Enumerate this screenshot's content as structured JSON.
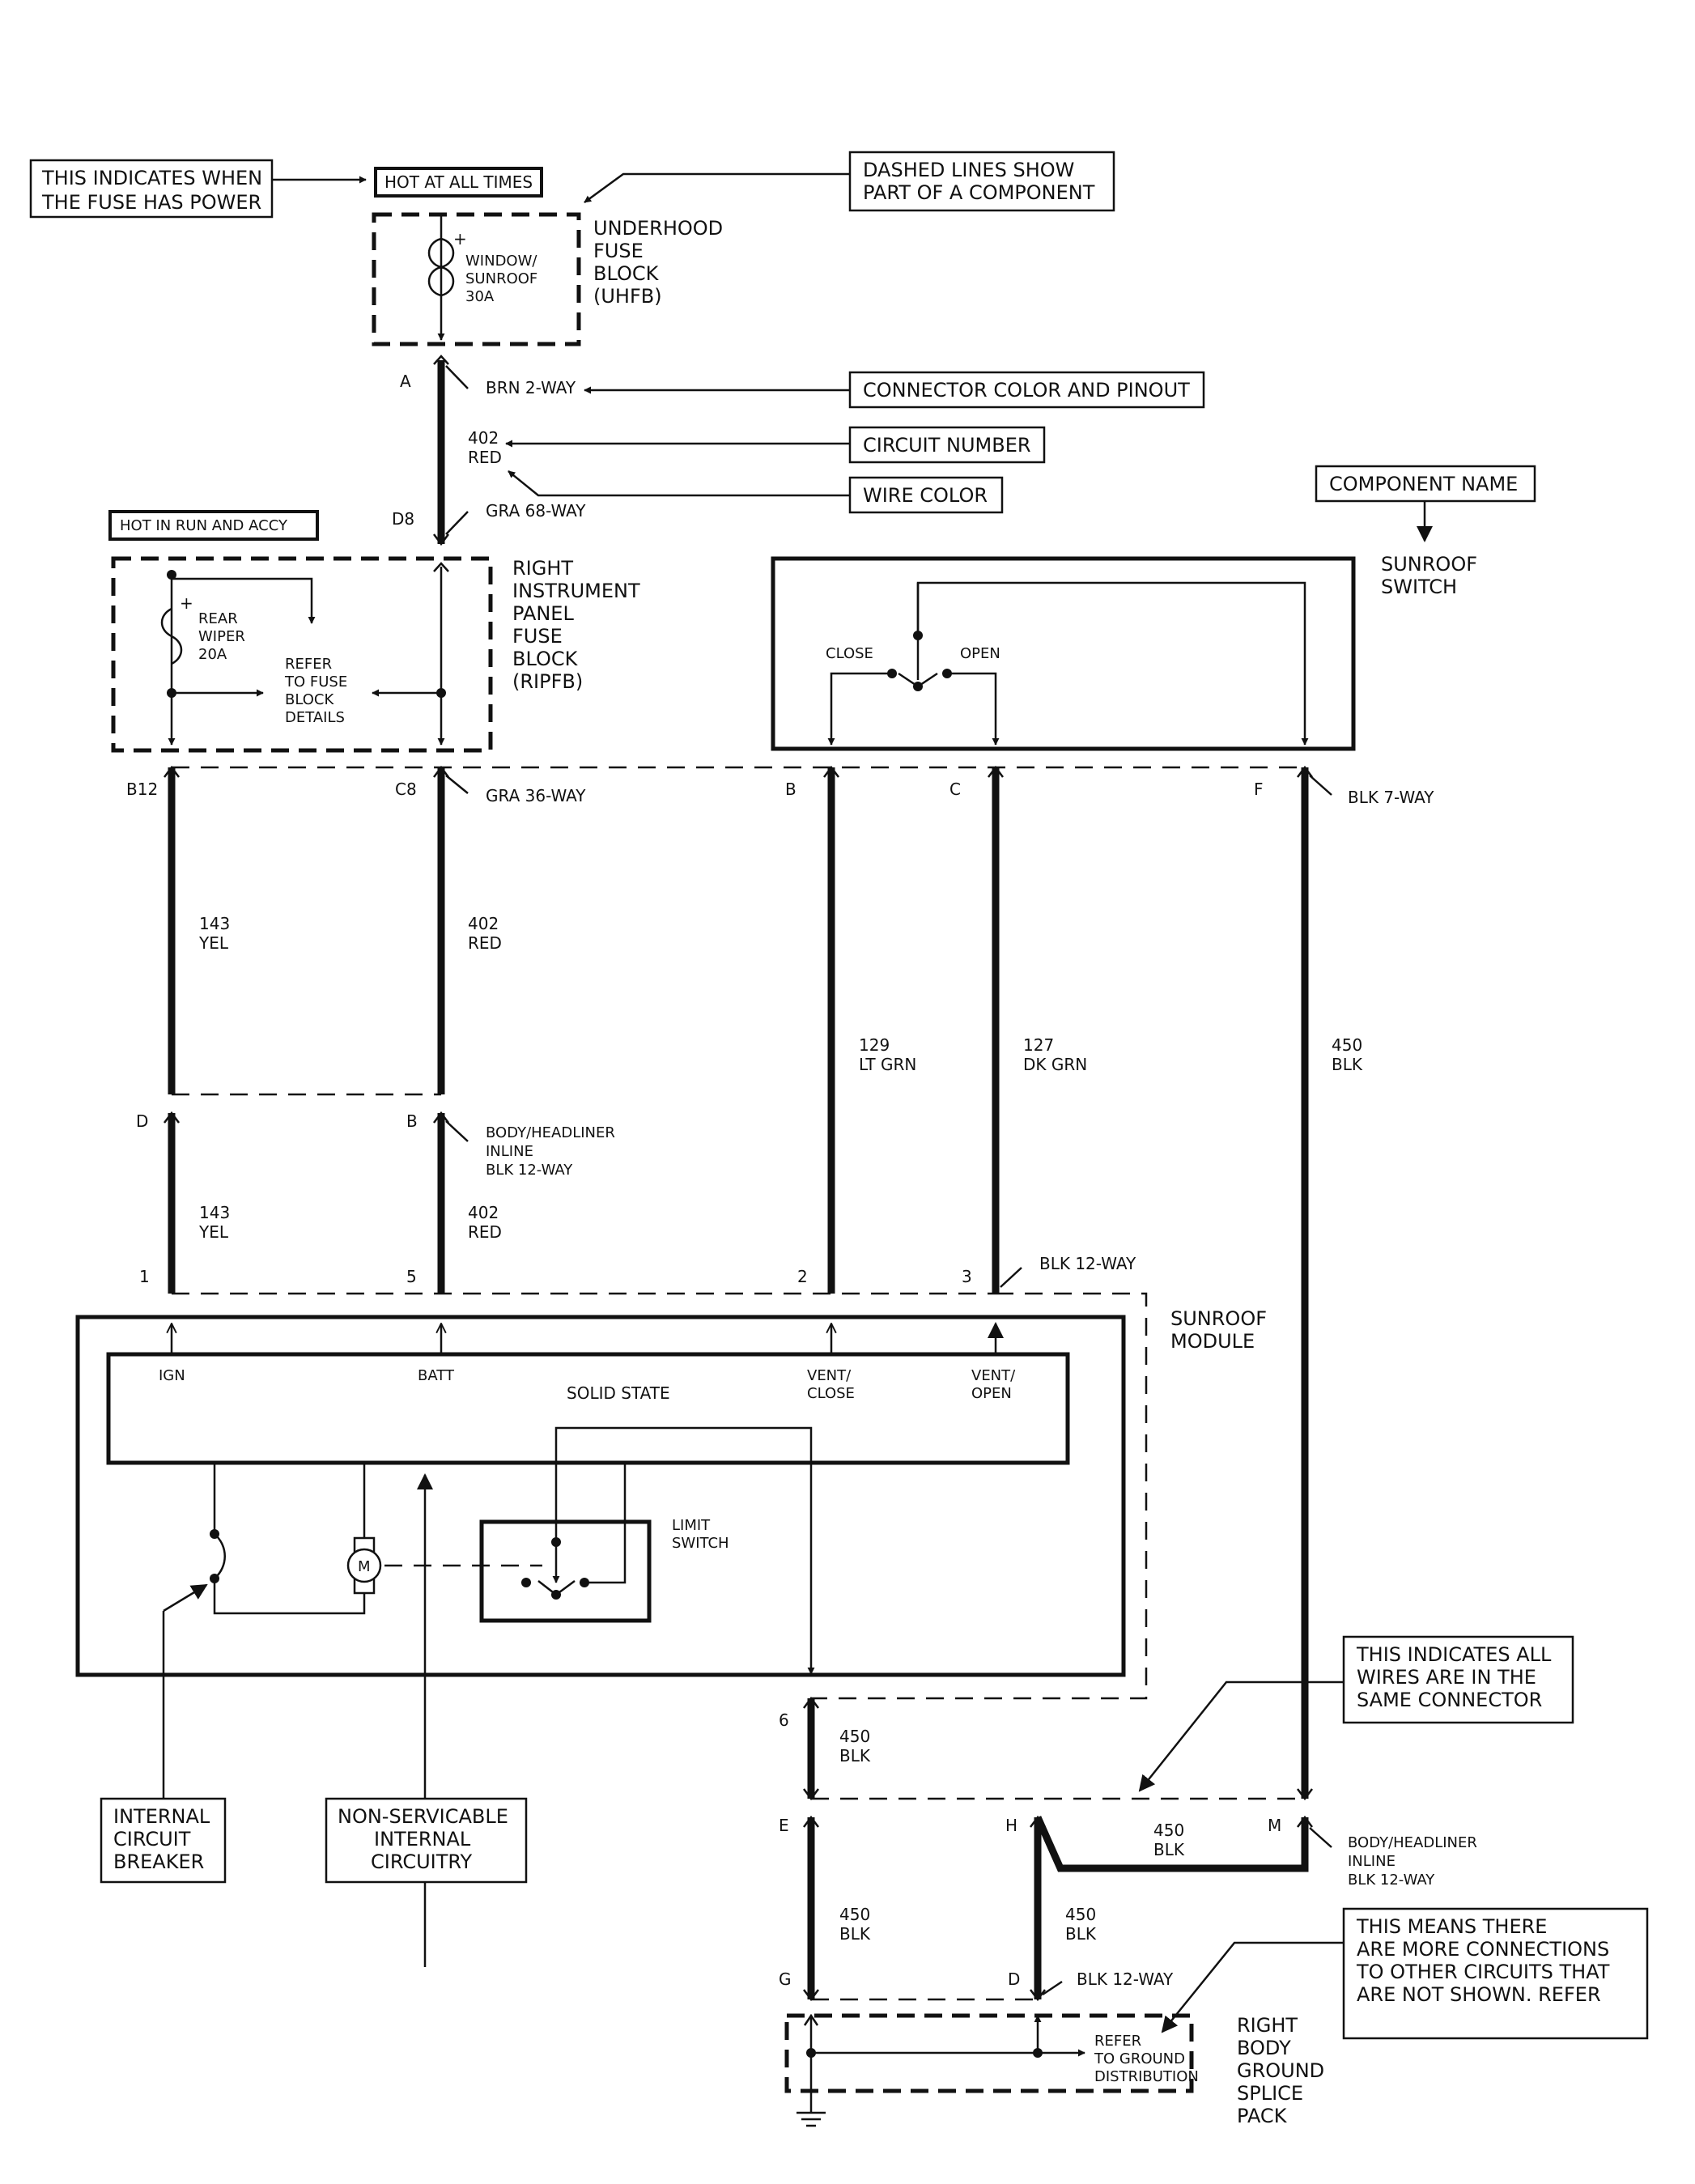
{
  "callouts": {
    "fuse_power": [
      "THIS INDICATES WHEN",
      "THE FUSE HAS POWER"
    ],
    "dashed_lines": [
      "DASHED LINES SHOW",
      "PART OF A COMPONENT"
    ],
    "connector_color": "CONNECTOR COLOR AND PINOUT",
    "circuit_number": "CIRCUIT NUMBER",
    "wire_color": "WIRE COLOR",
    "component_name": "COMPONENT NAME",
    "internal_breaker": [
      "INTERNAL",
      "CIRCUIT",
      "BREAKER"
    ],
    "non_servicable": [
      "NON-SERVICABLE",
      "INTERNAL",
      "CIRCUITRY"
    ],
    "same_connector": [
      "THIS INDICATES ALL",
      "WIRES ARE IN THE",
      "SAME CONNECTOR"
    ],
    "more_connections": [
      "THIS MEANS THERE",
      "ARE MORE CONNECTIONS",
      "TO OTHER CIRCUITS THAT",
      "ARE NOT SHOWN.  REFER"
    ]
  },
  "power_labels": {
    "hot_at_all_times": "HOT AT ALL TIMES",
    "hot_in_run": "HOT IN RUN AND ACCY"
  },
  "components": {
    "uhfb": [
      "UNDERHOOD",
      "FUSE",
      "BLOCK",
      "(UHFB)"
    ],
    "uhfb_fuse": [
      "WINDOW/",
      "SUNROOF",
      "30A"
    ],
    "ripfb": [
      "RIGHT",
      "INSTRUMENT",
      "PANEL",
      "FUSE",
      "BLOCK",
      "(RIPFB)"
    ],
    "ripfb_fuse": [
      "REAR",
      "WIPER",
      "20A"
    ],
    "ripfb_refer": [
      "REFER",
      "TO FUSE",
      "BLOCK",
      "DETAILS"
    ],
    "sunroof_switch": [
      "SUNROOF",
      "SWITCH"
    ],
    "switch_close": "CLOSE",
    "switch_open": "OPEN",
    "sunroof_module": [
      "SUNROOF",
      "MODULE"
    ],
    "module_ign": "IGN",
    "module_batt": "BATT",
    "module_solid_state": "SOLID STATE",
    "module_vent_close": [
      "VENT/",
      "CLOSE"
    ],
    "module_vent_open": [
      "VENT/",
      "OPEN"
    ],
    "limit_switch": [
      "LIMIT",
      "SWITCH"
    ],
    "motor": "M",
    "ground_pack": [
      "RIGHT",
      "BODY",
      "GROUND",
      "SPLICE",
      "PACK"
    ],
    "ground_refer": [
      "REFER",
      "TO GROUND",
      "DISTRIBUTION"
    ]
  },
  "connectors": {
    "brn_2way": "BRN 2-WAY",
    "gra_68way": "GRA 68-WAY",
    "gra_36way": "GRA 36-WAY",
    "blk_7way": "BLK 7-WAY",
    "body_headliner_top": [
      "BODY/HEADLINER",
      "INLINE",
      "BLK 12-WAY"
    ],
    "blk_12way_module": "BLK 12-WAY",
    "body_headliner_bottom": [
      "BODY/HEADLINER",
      "INLINE",
      "BLK 12-WAY"
    ],
    "blk_12way_ground": "BLK 12-WAY"
  },
  "pins": {
    "a": "A",
    "d8": "D8",
    "b12": "B12",
    "c8": "C8",
    "b_sw": "B",
    "c_sw": "C",
    "f_sw": "F",
    "d": "D",
    "b": "B",
    "m1": "1",
    "m5": "5",
    "m2": "2",
    "m3": "3",
    "p6": "6",
    "e": "E",
    "h": "H",
    "m": "M",
    "g": "G",
    "dd": "D"
  },
  "wires": {
    "w402_top": [
      "402",
      "RED"
    ],
    "w143_a": [
      "143",
      "YEL"
    ],
    "w402_a": [
      "402",
      "RED"
    ],
    "w143_b": [
      "143",
      "YEL"
    ],
    "w402_b": [
      "402",
      "RED"
    ],
    "w129": [
      "129",
      "LT GRN"
    ],
    "w127": [
      "127",
      "DK GRN"
    ],
    "w450_f": [
      "450",
      "BLK"
    ],
    "w450_6": [
      "450",
      "BLK"
    ],
    "w450_hm": [
      "450",
      "BLK"
    ],
    "w450_e": [
      "450",
      "BLK"
    ],
    "w450_h": [
      "450",
      "BLK"
    ]
  }
}
